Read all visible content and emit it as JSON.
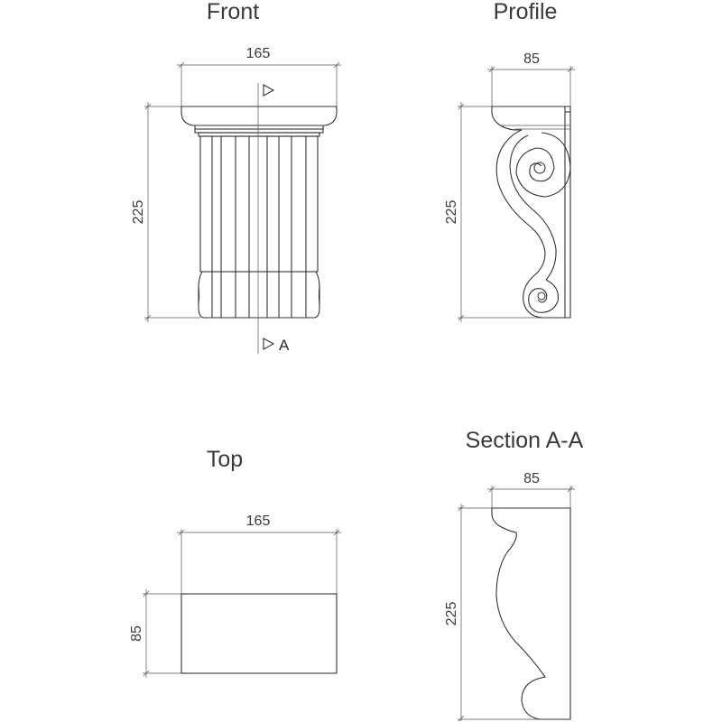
{
  "views": {
    "front": {
      "title": "Front",
      "width_dim": "165",
      "height_dim": "225"
    },
    "profile": {
      "title": "Profile",
      "width_dim": "85",
      "height_dim": "225"
    },
    "top": {
      "title": "Top",
      "width_dim": "165",
      "height_dim": "85"
    },
    "section": {
      "title": "Section A-A",
      "width_dim": "85",
      "height_dim": "225"
    }
  },
  "section_marker": {
    "label": "A"
  },
  "colors": {
    "line": "#333333",
    "text": "#3a3a3a"
  }
}
